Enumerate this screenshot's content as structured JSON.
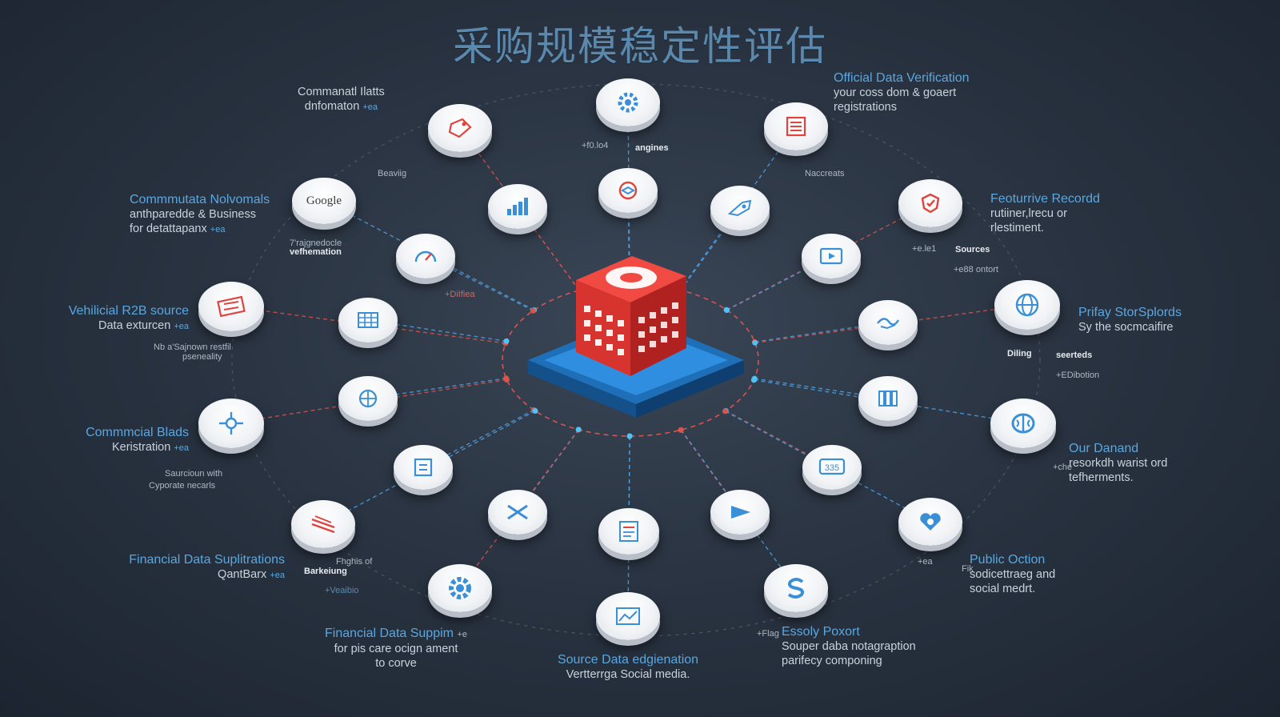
{
  "title": "采购规模稳定性评估",
  "node_word": "Google",
  "colors": {
    "accent_blue": "#3a8fd6",
    "accent_red": "#e0443e",
    "link_blue": "#4f9fe0",
    "link_red": "#d9534f"
  },
  "labels": {
    "commercial_data": {
      "heading": "Commanatl Ilatts",
      "detail": "dnfomaton",
      "tag": "+ea"
    },
    "official": {
      "heading": "Official Data Verification",
      "detail1": "your coss dom & goaert",
      "detail2": "registrations"
    },
    "community": {
      "heading": "Commmutata Nolvomals",
      "detail1": "anthparedde & Business",
      "detail2": "for detattapanx",
      "tag": "+ea"
    },
    "featured": {
      "heading": "Feoturrive Recordd",
      "detail1": "rutiiner,lrecu or",
      "detail2": "rlestiment."
    },
    "vehicle": {
      "heading": "Vehilicial R2B source",
      "detail": "Data exturcen",
      "tag": "+ea"
    },
    "primary": {
      "heading": "Prifay StorSplords",
      "detail": "Sy the socmcaifire"
    },
    "commercial_blocks": {
      "heading": "Commmcial Blads",
      "detail": "Keristration",
      "tag": "+ea"
    },
    "our_demand": {
      "heading": "Our Danand",
      "detail1": "resorkdh warist ord",
      "detail2": "tefherments."
    },
    "financial_left": {
      "heading": "Financial Data Suplitrations",
      "detail": "QantBarx",
      "tag": "+ea"
    },
    "public_option": {
      "heading": "Public Oction",
      "detail1": "sodicettraeg and",
      "detail2": "social medrt."
    },
    "financial_bottom": {
      "heading": "Financial Data Suppim",
      "detail1": "for pis care ocign ament",
      "detail2": "to corve",
      "tag": "+e"
    },
    "source_data": {
      "heading": "Source Data edgienation",
      "detail": "Vertterrga Social media."
    },
    "easily": {
      "heading": "Essoly Poxort",
      "detail1": "Souper daba notagraption",
      "detail2": "parifecy componing"
    }
  },
  "tags": {
    "engines_pre": "+f0.lo4",
    "engines": "angines",
    "bearing": "Beaviig",
    "naccreats": "Naccreats",
    "tagle_1": "7'rajgnedocle",
    "tagle_2": "vefhemation",
    "sources_pre": "+e.le1",
    "sources": "Sources",
    "bob_ontort": "+e88 ontort",
    "differ": "+DiIfiea",
    "nb_1": "Nb a'Sajnown restfil",
    "nb_2": "pseneality",
    "diling": "Diling",
    "seerteds": "seerteds",
    "edibotion": "+EDibotion",
    "saurcun_1": "Saurcioun with",
    "saurcun_2": "Cyporate necarls",
    "che": "+che",
    "fhghs_1": "Fhghis of",
    "barkeiung": "Barkeiung",
    "veaibio": "+Veaibio",
    "fik": "Fik",
    "flag": "+Flag",
    "ea_small": "+ea"
  }
}
